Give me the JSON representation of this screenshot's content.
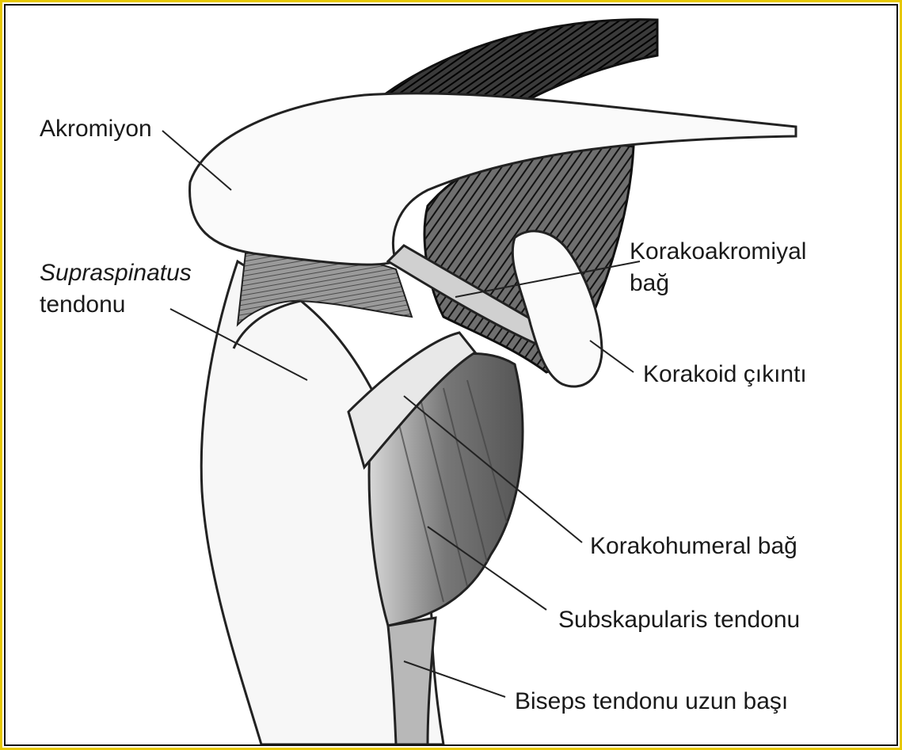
{
  "labels": {
    "akromiyon": "Akromiyon",
    "supraspinatus_line1": "Supraspinatus",
    "supraspinatus_line2": "tendonu",
    "korakoakromiyal_line1": "Korakoakromiyal",
    "korakoakromiyal_line2": "bağ",
    "korakoid": "Korakoid çıkıntı",
    "korakohumeral": "Korakohumeral bağ",
    "subskapularis": "Subskapularis tendonu",
    "biseps": "Biseps tendonu uzun başı"
  },
  "colors": {
    "frame_outer": "#e6c800",
    "frame_inner": "#111111",
    "ink": "#1a1a1a"
  }
}
